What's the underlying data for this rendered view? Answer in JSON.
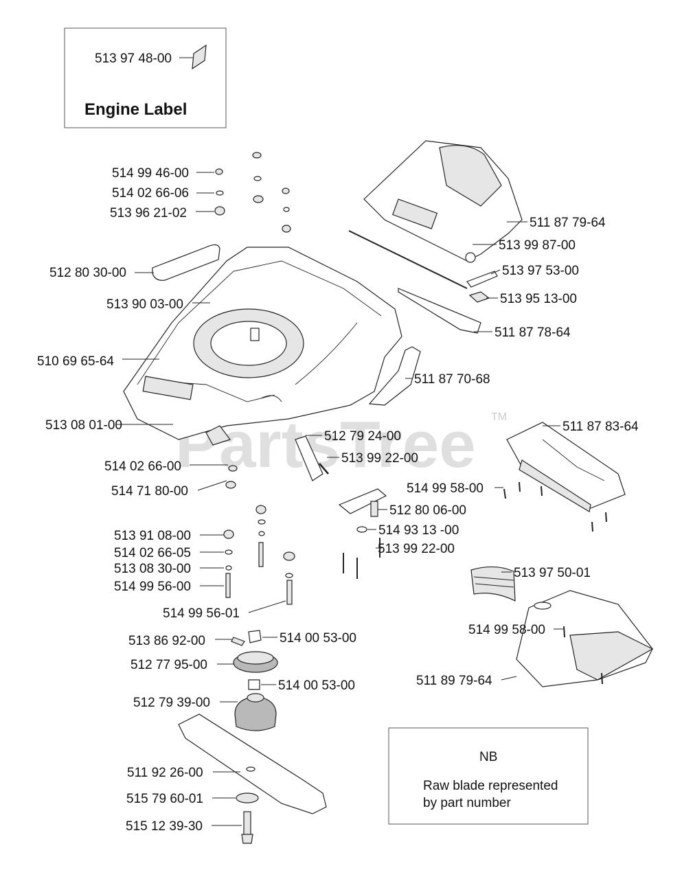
{
  "engine_box": {
    "part": "513 97 48-00",
    "title": "Engine Label"
  },
  "note_box": {
    "heading": "NB",
    "line1": "Raw blade represented",
    "line2": "by part number"
  },
  "watermark": {
    "text": "PartsTree",
    "tm": "TM"
  },
  "callouts": [
    "514 99 46-00",
    "514 02 66-06",
    "513 96 21-02",
    "512 80 30-00",
    "513 90 03-00",
    "510 69 65-64",
    "513 08 01-00",
    "514 02 66-00",
    "514 71 80-00",
    "513 91 08-00",
    "514 02 66-05",
    "513 08 30-00",
    "514 99 56-00",
    "514 99 56-01",
    "513 86 92-00",
    "514 00 53-00",
    "512 77 95-00",
    "514 00 53-00",
    "512 79 39-00",
    "511 92 26-00",
    "515 79 60-01",
    "515 12 39-30",
    "511 87 79-64",
    "513 99 87-00",
    "513 97 53-00",
    "513 95 13-00",
    "511 87 78-64",
    "511 87 70-68",
    "511 87 83-64",
    "512 79 24-00",
    "513 99 22-00",
    "514 99 58-00",
    "512 80 06-00",
    "514 93 13 -00",
    "513 99 22-00",
    "513 97 50-01",
    "514 99 58-00",
    "511 89 79-64"
  ]
}
